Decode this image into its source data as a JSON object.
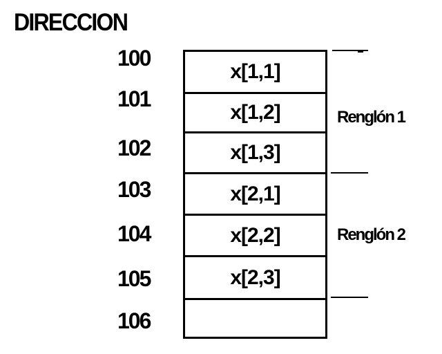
{
  "title": "DIRECCION",
  "addresses": [
    "100",
    "101",
    "102",
    "103",
    "104",
    "105",
    "106"
  ],
  "cells": [
    "x[1,1]",
    "x[1,2]",
    "x[1,3]",
    "x[2,1]",
    "x[2,2]",
    "x[2,3]",
    ""
  ],
  "regions": [
    {
      "label": "Renglón 1"
    },
    {
      "label": "Renglón 2"
    }
  ],
  "colors": {
    "foreground": "#000000",
    "background": "#ffffff"
  }
}
